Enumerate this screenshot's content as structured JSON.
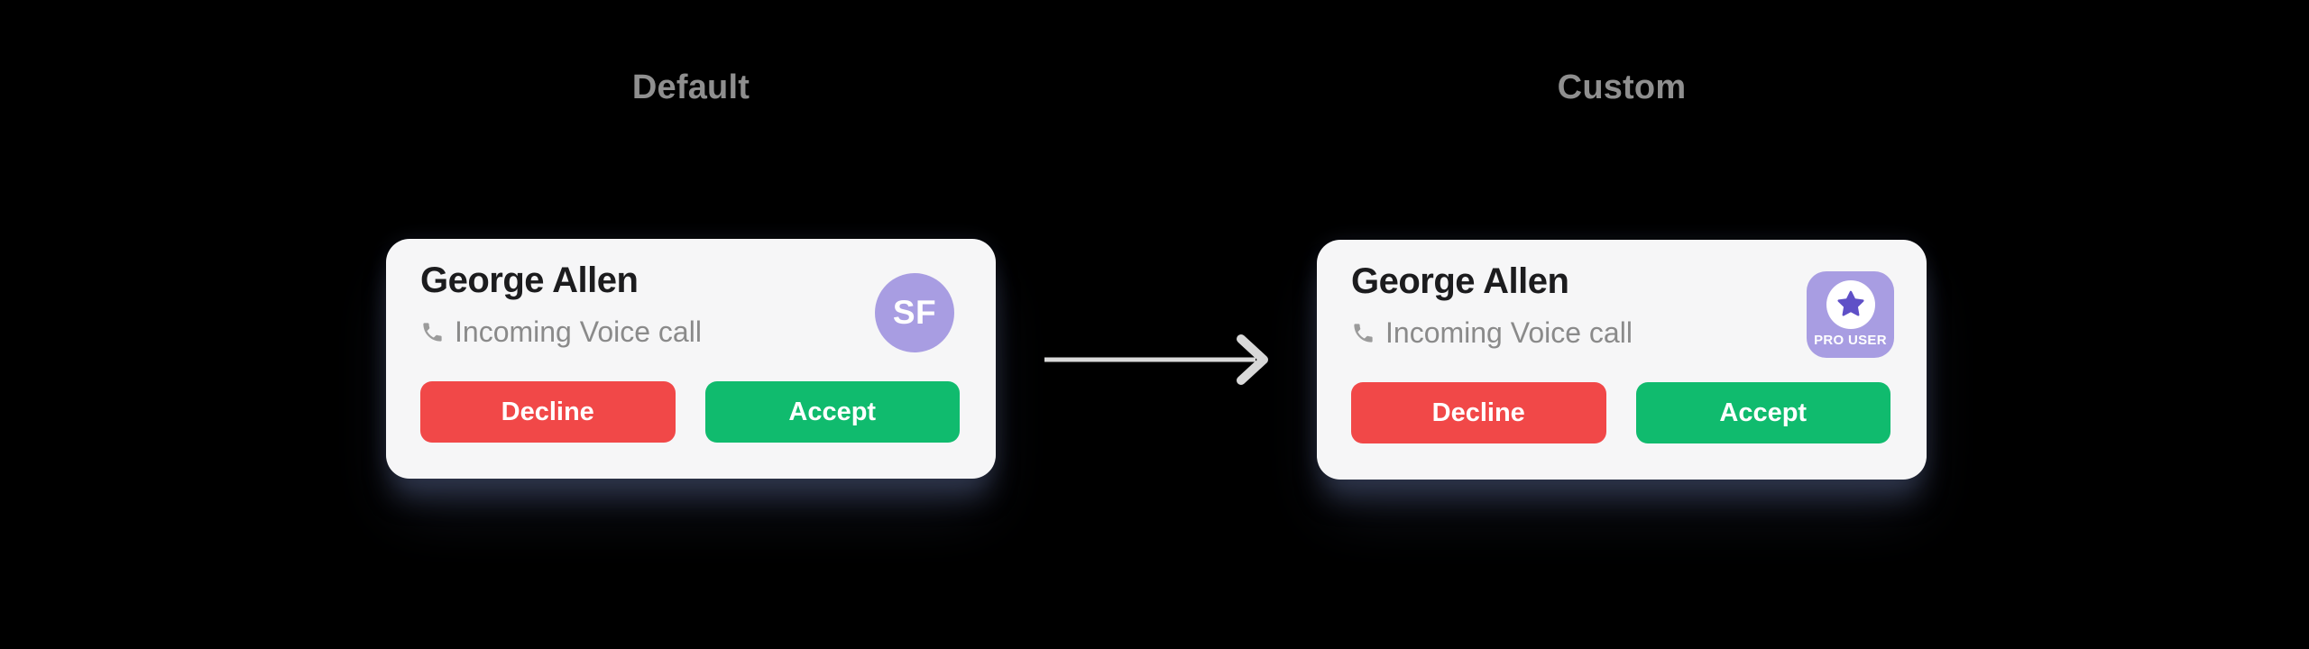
{
  "sections": [
    {
      "title": "Default",
      "card": {
        "name": "George Allen",
        "subtitle": "Incoming Voice call",
        "avatar_initials": "SF",
        "decline_label": "Decline",
        "accept_label": "Accept"
      }
    },
    {
      "title": "Custom",
      "card": {
        "name": "George Allen",
        "subtitle": "Incoming Voice call",
        "badge_label": "PRO USER",
        "decline_label": "Decline",
        "accept_label": "Accept"
      }
    }
  ],
  "icons": {
    "phone": "phone-icon",
    "star": "star-icon",
    "arrow": "arrow-right-icon"
  },
  "colors": {
    "page_background": "#000000",
    "card_background": "#F6F6F7",
    "heading_text": "#8F8F8F",
    "name_text": "#1C1C1E",
    "subtitle_text": "#8A8A8A",
    "decline_button": "#F14848",
    "accept_button": "#10BB6E",
    "button_text": "#FFFFFF",
    "avatar_background": "#A89DE2",
    "avatar_text": "#FFFFFF",
    "badge_background": "#A89DE2",
    "badge_star": "#5F50C7",
    "badge_text": "#FFFFFF",
    "arrow": "#D9D9D9"
  }
}
